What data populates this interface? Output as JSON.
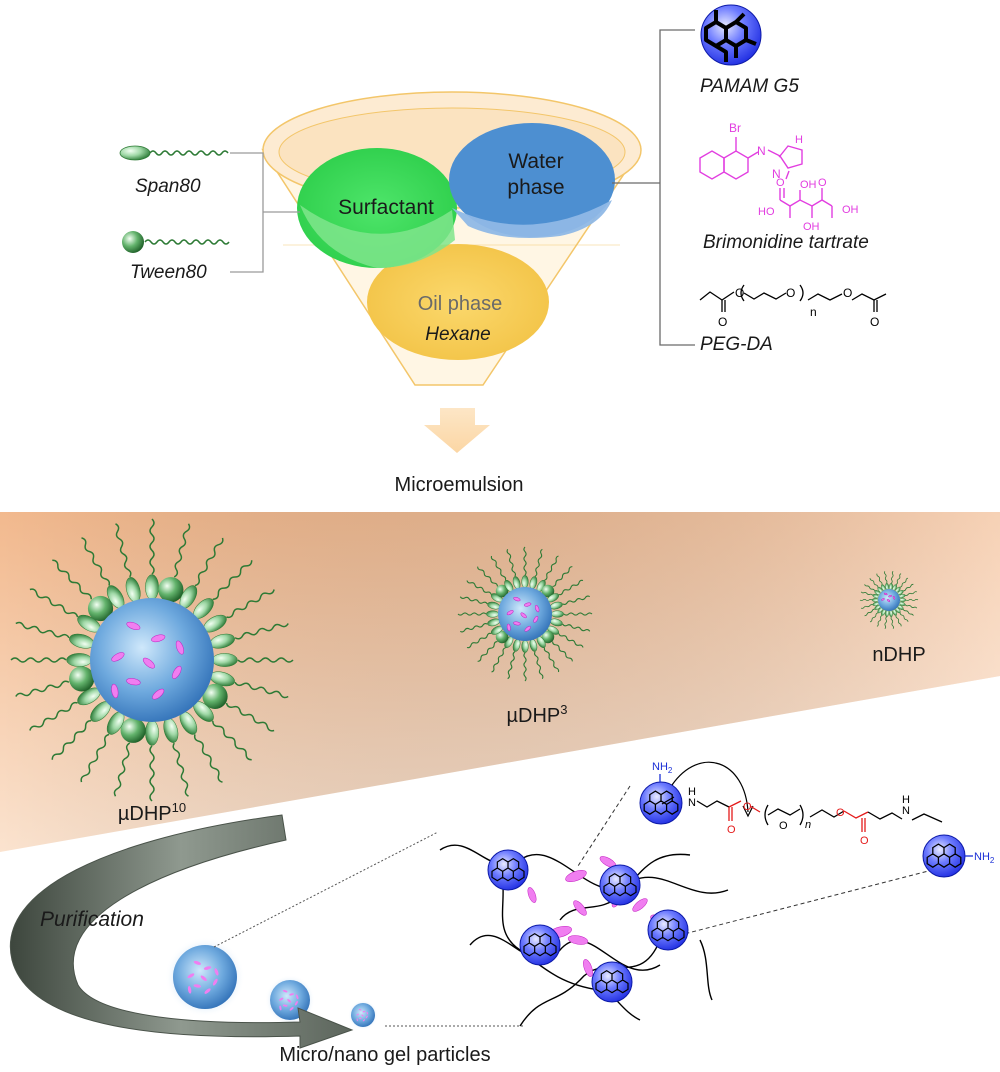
{
  "funnel": {
    "surfactant": "Surfactant",
    "water_phase_line1": "Water",
    "water_phase_line2": "phase",
    "oil_phase": "Oil phase",
    "hexane": "Hexane"
  },
  "surfactants": {
    "span80": "Span80",
    "tween80": "Tween80"
  },
  "water_components": {
    "pamam": "PAMAM G5",
    "brimonidine": "Brimonidine tartrate",
    "pegda": "PEG-DA",
    "brimonidine_atoms": {
      "br": "Br",
      "nh": "N",
      "h": "H",
      "n": "N",
      "ho1": "HO",
      "oh1": "OH",
      "oh2": "OH",
      "oh3": "OH",
      "o1": "O",
      "o2": "O"
    },
    "pegda_atoms": {
      "o_ester1": "O",
      "o_chain": "O",
      "o_ester2": "O",
      "o_carbonyl1": "O",
      "o_carbonyl2": "O",
      "n_sub": "n"
    }
  },
  "step_label": "Microemulsion",
  "particles": {
    "large": {
      "main": "µDHP",
      "sup": "10"
    },
    "medium": {
      "main": "µDHP",
      "sup": "3"
    },
    "small": {
      "main": "nDHP"
    }
  },
  "purification": "Purification",
  "gel_particles": "Micro/nano gel particles",
  "reaction": {
    "nh2_left": "NH",
    "nh2_left_sub": "2",
    "n_h_left": "N",
    "h_left": "H",
    "o_ester1": "O",
    "o_ester2": "O",
    "o_chain": "O",
    "o_carb1": "O",
    "o_carb2": "O",
    "n_sub": "n",
    "h_right": "H",
    "n_h_right": "N",
    "nh2_right": "NH",
    "nh2_right_sub": "2"
  },
  "colors": {
    "surfactant": "#3fd65a",
    "water": "#4d8fd1",
    "oil": "#f5cd5a",
    "funnel_outline": "#f3c66a",
    "arrow": "#fbe0b8",
    "band": "#f5c9a6",
    "drug_pink": "#e23ee0",
    "dendrimer_blue": "#2d3ff2",
    "chain_green": "#2d7a35",
    "ester_red": "#e41b1b"
  }
}
